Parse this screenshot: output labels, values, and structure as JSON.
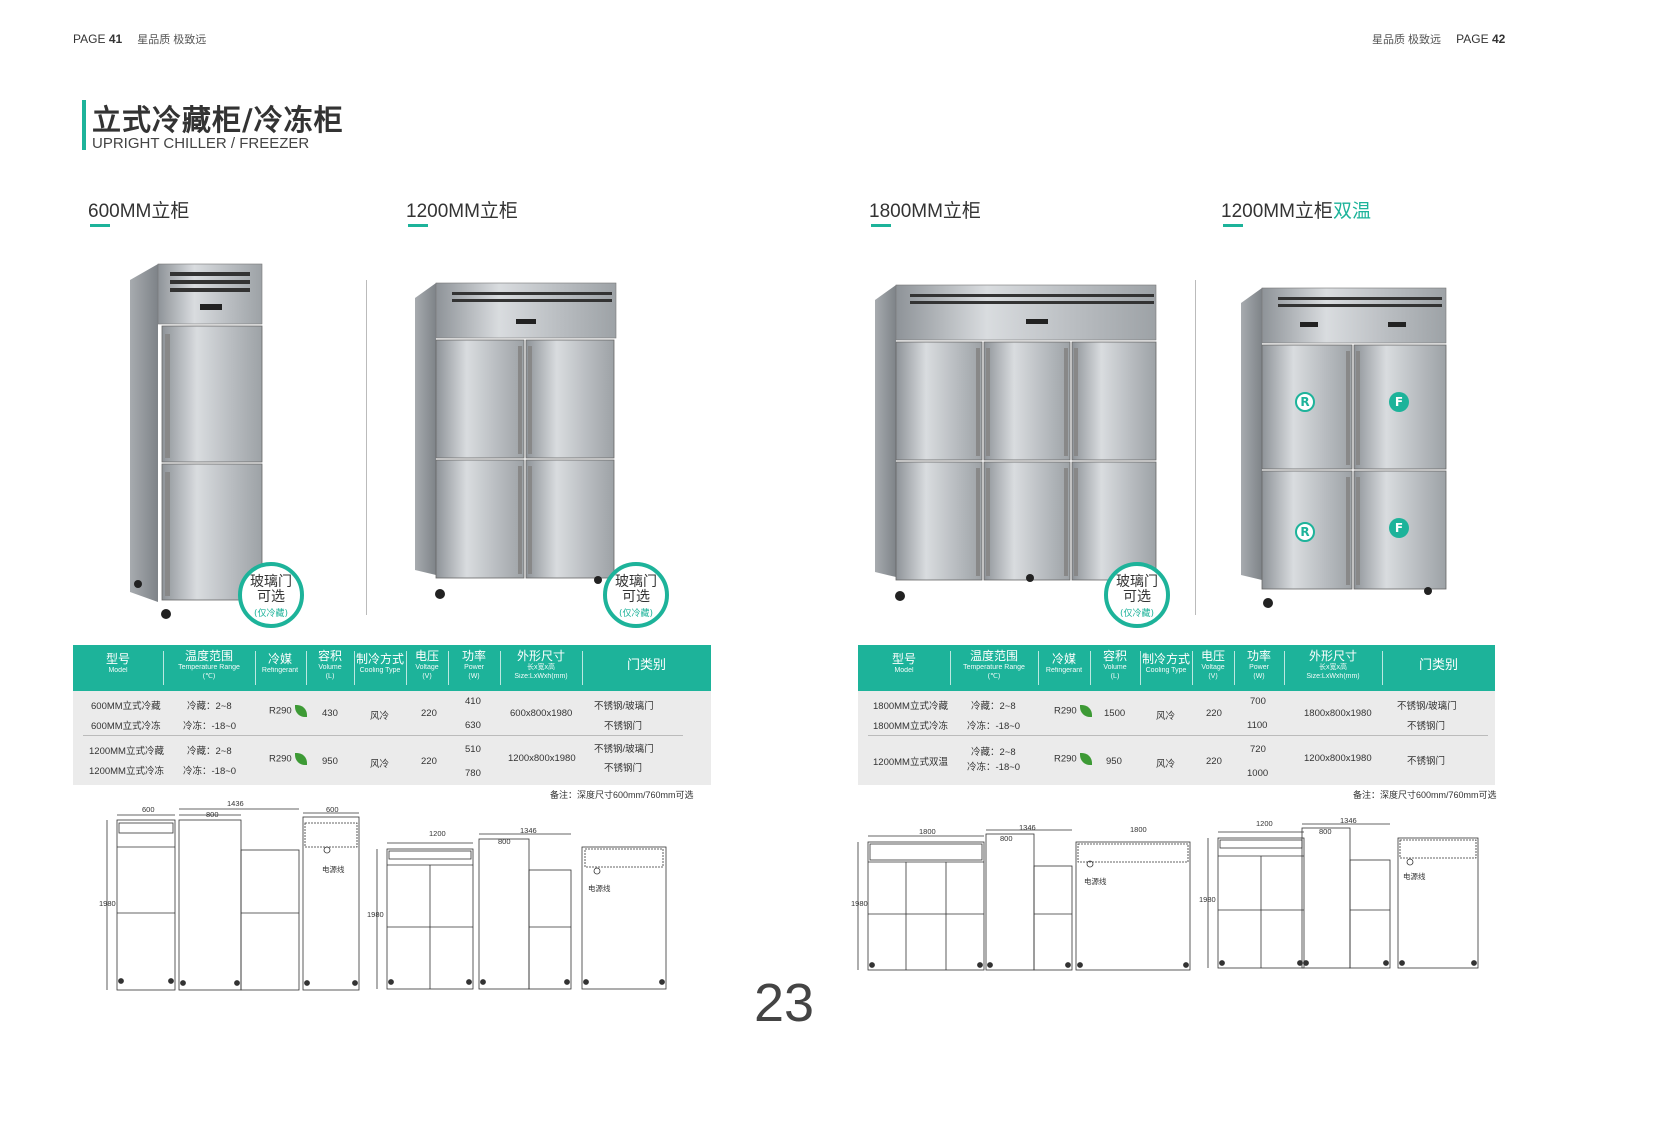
{
  "header": {
    "left_page_label": "PAGE",
    "left_page_num": "41",
    "left_slogan": "星品质 极致远",
    "right_slogan": "星品质 极致远",
    "right_page_label": "PAGE",
    "right_page_num": "42"
  },
  "section": {
    "title": "立式冷藏柜/冷冻柜",
    "subtitle": "UPRIGHT CHILLER / FREEZER"
  },
  "products": [
    {
      "name": "600MM立柜",
      "highlight": ""
    },
    {
      "name": "1200MM立柜",
      "highlight": ""
    },
    {
      "name": "1800MM立柜",
      "highlight": ""
    },
    {
      "name": "1200MM立柜",
      "highlight": "双温"
    }
  ],
  "badge": {
    "line1": "玻璃门",
    "line2": "可选",
    "line3": "(仅冷藏)"
  },
  "door_marks": {
    "r": "R",
    "f": "F"
  },
  "table_headers": [
    {
      "cn": "型号",
      "en": "Model"
    },
    {
      "cn": "温度范围",
      "en": "Temperature Range",
      "en2": "(℃)"
    },
    {
      "cn": "冷媒",
      "en": "Refingerant"
    },
    {
      "cn": "容积",
      "en": "Volume",
      "en2": "(L)"
    },
    {
      "cn": "制冷方式",
      "en": "Cooling Type"
    },
    {
      "cn": "电压",
      "en": "Voltage",
      "en2": "(V)"
    },
    {
      "cn": "功率",
      "en": "Power",
      "en2": "(W)"
    },
    {
      "cn": "外形尺寸",
      "en": "长x宽x高",
      "en2": "Size:LxWxh(mm)"
    },
    {
      "cn": "门类别",
      "en": ""
    }
  ],
  "left_table": {
    "groups": [
      {
        "models": [
          "600MM立式冷藏",
          "600MM立式冷冻"
        ],
        "temps": [
          "冷藏：2~8",
          "冷冻：-18~0"
        ],
        "refrigerant": "R290",
        "volume": "430",
        "cooling": "风冷",
        "voltage": "220",
        "power": [
          "410",
          "630"
        ],
        "size": "600x800x1980",
        "doors": [
          "不锈钢/玻璃门",
          "不锈钢门"
        ]
      },
      {
        "models": [
          "1200MM立式冷藏",
          "1200MM立式冷冻"
        ],
        "temps": [
          "冷藏：2~8",
          "冷冻：-18~0"
        ],
        "refrigerant": "R290",
        "volume": "950",
        "cooling": "风冷",
        "voltage": "220",
        "power": [
          "510",
          "780"
        ],
        "size": "1200x800x1980",
        "doors": [
          "不锈钢/玻璃门",
          "不锈钢门"
        ]
      }
    ],
    "note": "备注：深度尺寸600mm/760mm可选"
  },
  "right_table": {
    "groups": [
      {
        "models": [
          "1800MM立式冷藏",
          "1800MM立式冷冻"
        ],
        "temps": [
          "冷藏：2~8",
          "冷冻：-18~0"
        ],
        "refrigerant": "R290",
        "volume": "1500",
        "cooling": "风冷",
        "voltage": "220",
        "power": [
          "700",
          "1100"
        ],
        "size": "1800x800x1980",
        "doors": [
          "不锈钢/玻璃门",
          "不锈钢门"
        ]
      },
      {
        "models": [
          "1200MM立式双温"
        ],
        "temps": [
          "冷藏：2~8",
          "冷冻：-18~0"
        ],
        "refrigerant": "R290",
        "volume": "950",
        "cooling": "风冷",
        "voltage": "220",
        "power": [
          "720",
          "1000"
        ],
        "size": "1200x800x1980",
        "doors": [
          "不锈钢门"
        ]
      }
    ],
    "note": "备注：深度尺寸600mm/760mm可选"
  },
  "drawings": {
    "d600": {
      "w": "600",
      "d": "1436",
      "d_inner": "800",
      "h": "1980",
      "side_w": "600",
      "cable": "电源线"
    },
    "d1200": {
      "w": "1200",
      "d": "1346",
      "d_inner": "800",
      "h": "1980",
      "cable": "电源线"
    },
    "d1800": {
      "w": "1800",
      "d": "1346",
      "d_inner": "800",
      "back_w": "1800",
      "h": "1980",
      "cable": "电源线"
    },
    "d1200b": {
      "w": "1200",
      "d": "1346",
      "d_inner": "800",
      "h": "1980",
      "cable": "电源线"
    }
  },
  "page_number": "23",
  "colors": {
    "accent": "#1db39a",
    "leaf": "#3d9a35",
    "table_bg": "#ebebeb"
  }
}
